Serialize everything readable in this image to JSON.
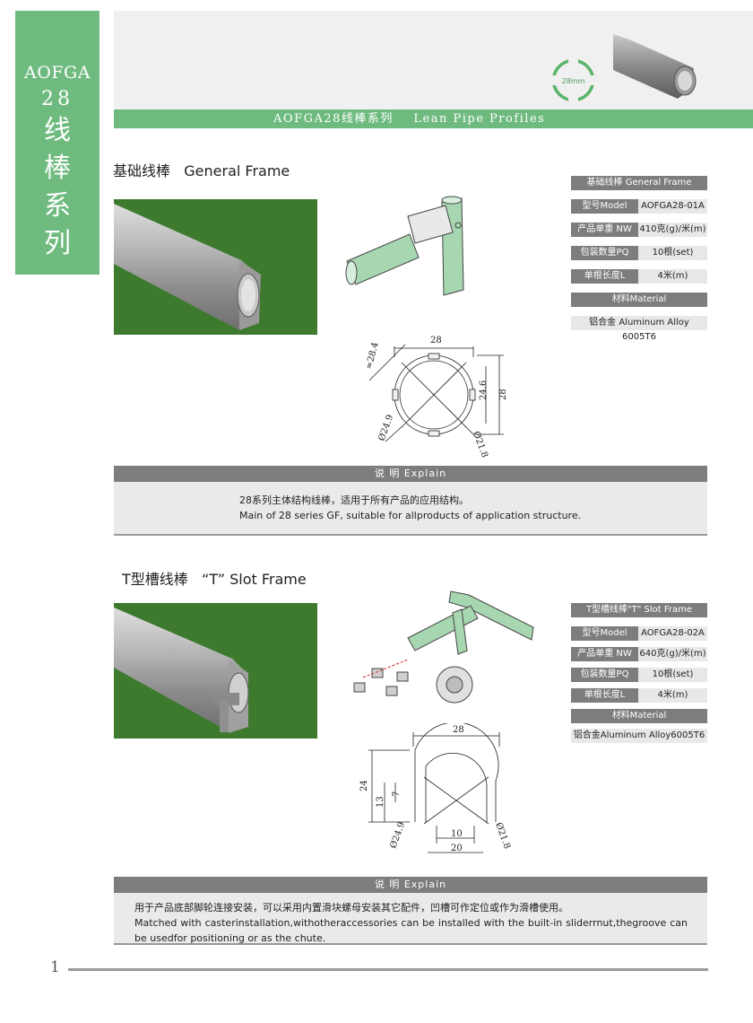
{
  "side_tab": {
    "line1": "AOFGA",
    "line2": "28",
    "line3": "线",
    "line4": "棒",
    "line5": "系",
    "line6": "列"
  },
  "header": {
    "title": "AOFGA28线棒系列    Lean Pipe Profiles",
    "badge": "28mm",
    "accent_color": "#6fbb7f"
  },
  "section1": {
    "title": "基础线棒   General Frame",
    "spec": {
      "header": "基础线棒  General Frame",
      "rows": [
        {
          "key": "型号Model",
          "value": "AOFGA28-01A"
        },
        {
          "key": "产品单重 NW",
          "value": "410克(g)/米(m)"
        },
        {
          "key": "包装数量PQ",
          "value": "10根(set)"
        },
        {
          "key": "单根长度L",
          "value": "4米(m)"
        }
      ],
      "material_label": "材料Material",
      "material_value": "铝合金 Aluminum Alloy 6005T6"
    },
    "dims": {
      "width": "28",
      "diag": "≈28.4",
      "inner": "24.6",
      "height": "28",
      "d1": "Ø24.9",
      "d2": "Ø21.8"
    },
    "explain_title": "说 明  Explain",
    "explain_cn": "28系列主体结构线棒，适用于所有产品的应用结构。",
    "explain_en": "Main of 28 series GF, suitable for allproducts of application structure."
  },
  "section2": {
    "title": "T型槽线棒   “T” Slot Frame",
    "spec": {
      "header": "T型槽线棒\"T\" Slot Frame",
      "rows": [
        {
          "key": "型号Model",
          "value": "AOFGA28-02A"
        },
        {
          "key": "产品单重 NW",
          "value": "640克(g)/米(m)"
        },
        {
          "key": "包装数量PQ",
          "value": "10根(set)"
        },
        {
          "key": "单根长度L",
          "value": "4米(m)"
        }
      ],
      "material_label": "材料Material",
      "material_value": "铝合金Aluminum Alloy6005T6"
    },
    "dims": {
      "width": "28",
      "height": "24",
      "h13": "13",
      "h7": "7",
      "w10": "10",
      "w20": "20",
      "d1": "Ø24.9",
      "d2": "Ø21.8"
    },
    "explain_title": "说 明  Explain",
    "explain_cn": "用于产品底部脚轮连接安装，可以采用内置滑块螺母安装其它配件，凹槽可作定位或作为滑槽使用。",
    "explain_en": "Matched  with  casterinstallation,withotheraccessories  can  be  installed  with  the  built-in  sliderrnut,thegroove  can  be usedfor positioning or as the chute."
  },
  "footer": {
    "page": "1"
  }
}
